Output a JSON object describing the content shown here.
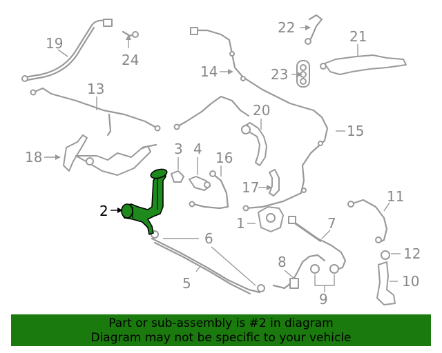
{
  "callouts": {
    "c1": "1",
    "c2": "2",
    "c3": "3",
    "c4": "4",
    "c5": "5",
    "c6": "6",
    "c7": "7",
    "c8": "8",
    "c9": "9",
    "c10": "10",
    "c11": "11",
    "c12": "12",
    "c13": "13",
    "c14": "14",
    "c15": "15",
    "c16": "16",
    "c17": "17",
    "c18": "18",
    "c19": "19",
    "c20": "20",
    "c21": "21",
    "c22": "22",
    "c23": "23",
    "c24": "24"
  },
  "highlighted_part": "2",
  "colors": {
    "highlight": "#1e8a1e",
    "banner": "#1a7a0d",
    "linework": "#999999"
  },
  "banner": {
    "line1": "Part or sub-assembly is #2 in diagram",
    "line2": "Diagram may not be specific to your vehicle"
  }
}
